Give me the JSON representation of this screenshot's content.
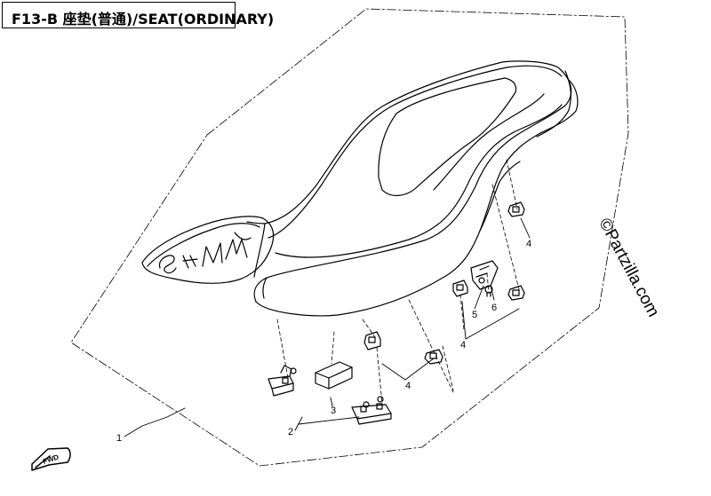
{
  "header": {
    "title": "F13-B 座垫(普通)/SEAT(ORDINARY)"
  },
  "watermark": "©Partzilla.com",
  "callouts": {
    "c1": "1",
    "c2": "2",
    "c3": "3",
    "c4a": "4",
    "c4b": "4",
    "c4c": "4",
    "c5": "5",
    "c6": "6"
  },
  "fwd_label": "FWD",
  "colors": {
    "line": "#000000",
    "background": "#ffffff"
  }
}
